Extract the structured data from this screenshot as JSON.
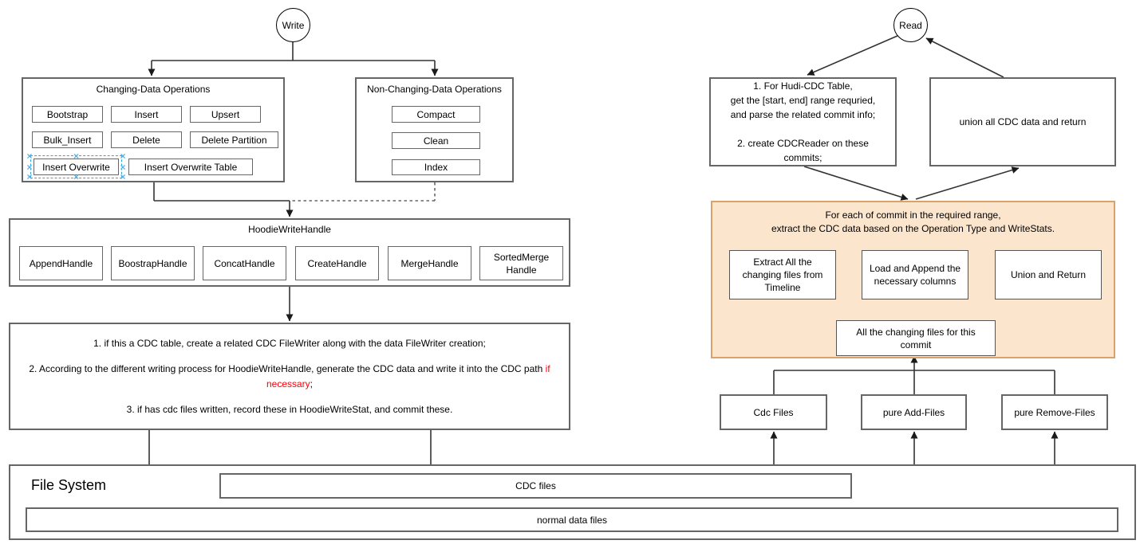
{
  "write_flow": {
    "write_label": "Write",
    "changing": {
      "title": "Changing-Data Operations",
      "items": [
        "Bootstrap",
        "Insert",
        "Upsert",
        "Bulk_Insert",
        "Delete",
        "Delete Partition",
        "Insert  Overwrite",
        "Insert  Overwrite Table"
      ]
    },
    "nonchanging": {
      "title": "Non-Changing-Data Operations",
      "items": [
        "Compact",
        "Clean",
        "Index"
      ]
    },
    "hoodie": {
      "title": "HoodieWriteHandle",
      "handles": [
        "AppendHandle",
        "BoostrapHandle",
        "ConcatHandle",
        "CreateHandle",
        "MergeHandle",
        "SortedMerge\nHandle"
      ]
    },
    "steps": {
      "p1": "1. if this a CDC table, create a related CDC FileWriter along with the data FileWriter creation;",
      "p2_prefix": "2. According to the different writing process for HoodieWriteHandle, generate the CDC data and write it into the CDC path ",
      "p2_red": "if necessary",
      "p2_suffix": ";",
      "p3": "3. if has cdc files written, record these in HoodieWriteStat, and commit these."
    }
  },
  "read_flow": {
    "read_label": "Read",
    "range_box": "1. For Hudi-CDC Table,\nget the [start, end] range requried,\nand parse the related commit info;\n\n2. create CDCReader on these\ncommits;",
    "union_box": "union all CDC data and return",
    "orange_group": {
      "title": "For each of commit in the required range,\nextract the CDC data based on the Operation Type and WriteStats.",
      "extract_box": "Extract All the\nchanging files from\nTimeline",
      "load_box": "Load and Append the\nnecessary columns",
      "union_box": "Union and Return",
      "all_changing_box": "All the changing files for this\ncommit"
    },
    "file_boxes": {
      "cdc": "Cdc Files",
      "add": "pure Add-Files",
      "remove": "pure Remove-Files"
    }
  },
  "filesystem": {
    "title": "File System",
    "cdc_files": "CDC files",
    "normal_files": "normal data files"
  },
  "colors": {
    "box_border": "#666666",
    "orange_fill": "#fce5cd",
    "orange_border": "#d8a268",
    "selection_blue": "#2aa7e0",
    "red_text": "#fb0007",
    "connector": "#333333"
  }
}
